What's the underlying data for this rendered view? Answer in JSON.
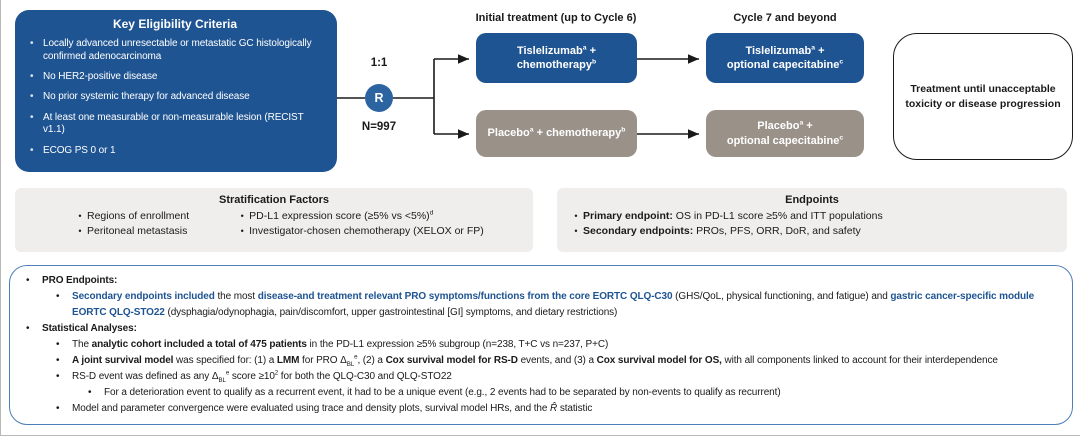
{
  "colors": {
    "arm_blue": "#1F5492",
    "arm_gray": "#9A9189",
    "panel_gray": "#F0EEEC",
    "notes_border_blue": "#4C7FBA",
    "emphasis_blue": "#1F5492"
  },
  "eligibility": {
    "title": "Key Eligibility Criteria",
    "items": [
      "Locally advanced unresectable or metastatic GC histologically confirmed adenocarcinoma",
      "No HER2-positive disease",
      "No prior systemic therapy for advanced disease",
      "At least one measurable or non-measurable lesion (RECIST v1.1)",
      "ECOG PS 0 or 1"
    ]
  },
  "randomization": {
    "ratio": "1:1",
    "label": "R",
    "n": "N=997"
  },
  "headers": {
    "initial": "Initial treatment (up to Cycle 6)",
    "cycle7": "Cycle 7 and beyond"
  },
  "arms": {
    "tis_chemo": {
      "line1": [
        {
          "t": "Tislelizumab"
        },
        {
          "t": "a",
          "sup": true
        },
        {
          "t": " +"
        }
      ],
      "line2": [
        {
          "t": "chemotherapy"
        },
        {
          "t": "b",
          "sup": true
        }
      ]
    },
    "placebo_chemo": {
      "line1": [
        {
          "t": "Placebo"
        },
        {
          "t": "a",
          "sup": true
        },
        {
          "t": " + chemotherapy"
        },
        {
          "t": "b",
          "sup": true
        }
      ]
    },
    "tis_cap": {
      "line1": [
        {
          "t": "Tislelizumab"
        },
        {
          "t": "a",
          "sup": true
        },
        {
          "t": " +"
        }
      ],
      "line2": [
        {
          "t": "optional capecitabine"
        },
        {
          "t": "c",
          "sup": true
        }
      ]
    },
    "placebo_cap": {
      "line1": [
        {
          "t": "Placebo"
        },
        {
          "t": "a",
          "sup": true
        },
        {
          "t": " +"
        }
      ],
      "line2": [
        {
          "t": "optional capecitabine"
        },
        {
          "t": "c",
          "sup": true
        }
      ]
    }
  },
  "outcome": {
    "text": "Treatment until unacceptable toxicity or disease progression"
  },
  "stratification": {
    "title": "Stratification Factors",
    "col1": [
      [
        {
          "t": "Regions of enrollment"
        }
      ],
      [
        {
          "t": "Peritoneal metastasis"
        }
      ]
    ],
    "col2": [
      [
        {
          "t": "PD-L1 expression score (≥5% vs <5%)"
        },
        {
          "t": "d",
          "sup": true
        }
      ],
      [
        {
          "t": "Investigator-chosen chemotherapy (XELOX or FP)"
        }
      ]
    ]
  },
  "endpoints": {
    "title": "Endpoints",
    "items": [
      [
        {
          "t": "Primary endpoint:",
          "b": true
        },
        {
          "t": " OS in PD-L1 score ≥5% and ITT populations"
        }
      ],
      [
        {
          "t": "Secondary endpoints:",
          "b": true
        },
        {
          "t": " PROs, PFS, ORR, DoR, and safety"
        }
      ]
    ]
  },
  "notes": {
    "items": [
      {
        "level": 1,
        "segs": [
          {
            "t": "PRO Endpoints:",
            "b": true
          }
        ]
      },
      {
        "level": 2,
        "segs": [
          {
            "t": "Secondary endpoints included",
            "blue": true
          },
          {
            "t": " the most "
          },
          {
            "t": "disease-and treatment relevant PRO symptoms/functions from the core EORTC QLQ-C30",
            "blue": true
          },
          {
            "t": " (GHS/QoL, physical functioning, and fatigue) and "
          },
          {
            "t": "gastric cancer-specific module EORTC QLQ-STO22",
            "blue": true
          },
          {
            "t": " (dysphagia/odynophagia, pain/discomfort, upper gastrointestinal [GI] symptoms, and dietary restrictions)"
          }
        ]
      },
      {
        "level": 1,
        "segs": [
          {
            "t": "Statistical Analyses:",
            "b": true
          }
        ]
      },
      {
        "level": 2,
        "segs": [
          {
            "t": "The "
          },
          {
            "t": "analytic cohort included a total of 475 patients",
            "b": true
          },
          {
            "t": " in the PD-L1 expression ≥5% subgroup (n=238, T+C vs n=237, P+C)"
          }
        ]
      },
      {
        "level": 2,
        "segs": [
          {
            "t": "A joint survival model",
            "b": true
          },
          {
            "t": " was specified for: (1) a "
          },
          {
            "t": "LMM",
            "b": true
          },
          {
            "t": " for PRO Δ"
          },
          {
            "t": "BL",
            "sub": true
          },
          {
            "t": "e",
            "sup": true
          },
          {
            "t": ", (2) a "
          },
          {
            "t": "Cox survival model for RS-D",
            "b": true
          },
          {
            "t": " events, and (3) a "
          },
          {
            "t": "Cox survival model for OS,",
            "b": true
          },
          {
            "t": " with all components linked to account for their interdependence"
          }
        ]
      },
      {
        "level": 2,
        "segs": [
          {
            "t": "RS-D event was defined as any Δ"
          },
          {
            "t": "BL",
            "sub": true
          },
          {
            "t": "e",
            "sup": true
          },
          {
            "t": " score ≥10"
          },
          {
            "t": "2",
            "sup": true
          },
          {
            "t": " for both the QLQ-C30 and QLQ-STO22"
          }
        ]
      },
      {
        "level": 3,
        "segs": [
          {
            "t": "For a deterioration event to qualify as a recurrent event, it had to be a unique event (e.g., 2 events had to be separated by non-events to qualify as recurrent)"
          }
        ]
      },
      {
        "level": 2,
        "segs": [
          {
            "t": "Model and parameter convergence were evaluated using trace and density plots, survival model HRs, and the "
          },
          {
            "t": "R̂",
            "i": true
          },
          {
            "t": " statistic"
          }
        ]
      }
    ]
  }
}
